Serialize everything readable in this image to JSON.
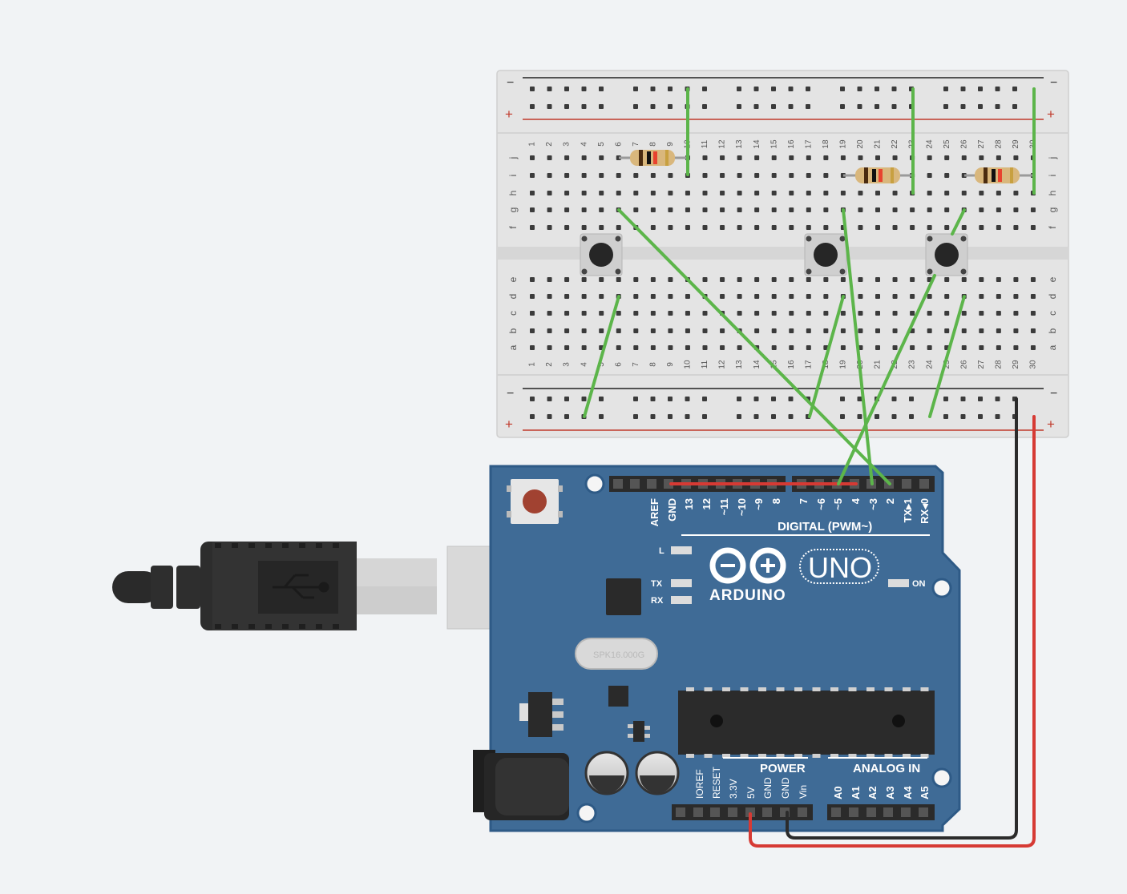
{
  "colors": {
    "background": "#f1f3f5",
    "board": "#3f6b96",
    "board_edge": "#2e5a86",
    "wire_green": "#5cb54a",
    "wire_red": "#d63a34",
    "wire_black": "#2b2b2b",
    "breadboard": "#e6e6e6"
  },
  "breadboard": {
    "rail_minus": "−",
    "rail_plus": "+",
    "row_letters_top": [
      "j",
      "i",
      "h",
      "g",
      "f"
    ],
    "row_letters_bottom": [
      "e",
      "d",
      "c",
      "b",
      "a"
    ],
    "column_numbers": [
      "1",
      "2",
      "3",
      "4",
      "5",
      "6",
      "7",
      "8",
      "9",
      "10",
      "11",
      "12",
      "13",
      "14",
      "15",
      "16",
      "17",
      "18",
      "19",
      "20",
      "21",
      "22",
      "23",
      "24",
      "25",
      "26",
      "27",
      "28",
      "29",
      "30"
    ]
  },
  "arduino": {
    "brand": "ARDUINO",
    "model": "UNO",
    "crystal": "SPK16.000G",
    "digital_header_label": "DIGITAL (PWM~)",
    "digital_pins": [
      "AREF",
      "GND",
      "13",
      "12",
      "~11",
      "~10",
      "~9",
      "8",
      "7",
      "~6",
      "~5",
      "4",
      "~3",
      "2",
      "TX▸1",
      "RX◂0"
    ],
    "power_label": "POWER",
    "power_pins": [
      "IOREF",
      "RESET",
      "3.3V",
      "5V",
      "GND",
      "GND",
      "Vin"
    ],
    "analog_label": "ANALOG IN",
    "analog_pins": [
      "A0",
      "A1",
      "A2",
      "A3",
      "A4",
      "A5"
    ],
    "led_labels": {
      "l": "L",
      "tx": "TX",
      "rx": "RX",
      "on": "ON"
    }
  },
  "components": {
    "resistors": 3,
    "pushbuttons": 3,
    "usb_icon": "usb-icon"
  }
}
